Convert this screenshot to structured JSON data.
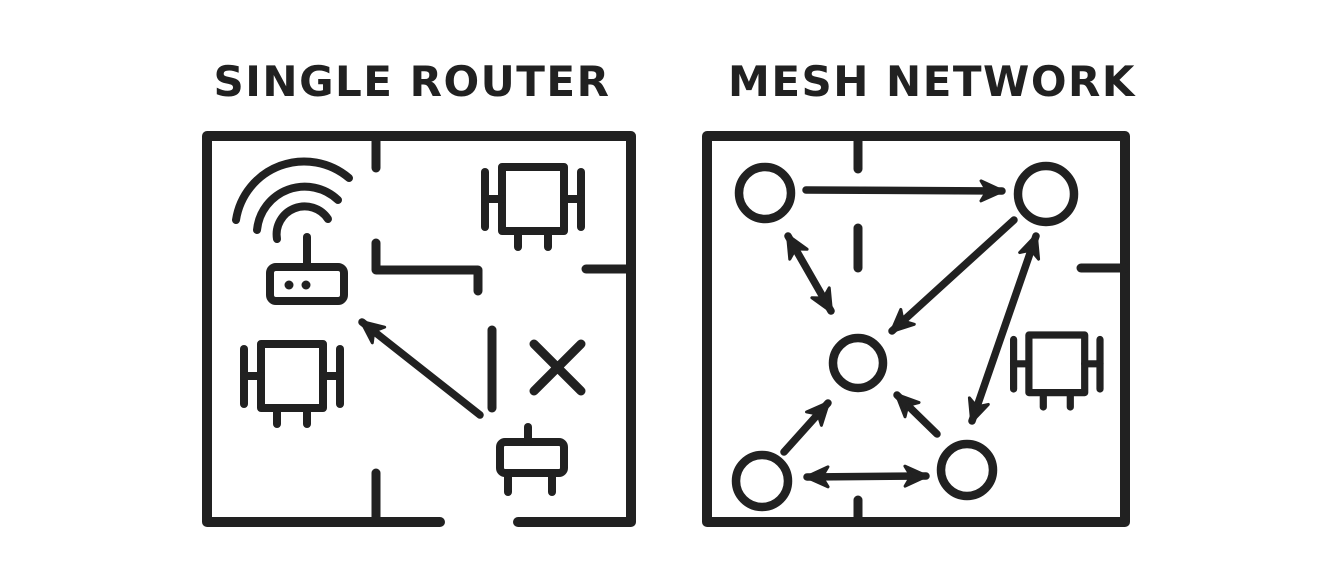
{
  "page": {
    "background_color": "#ffffff",
    "ink_color": "#212121",
    "style": "hand-drawn comic illustration, two floor plans side by side"
  },
  "panels": {
    "single_router": {
      "title": "SINGLE ROUTER",
      "icons": [
        "wifi-router-icon",
        "wifi-signal-arcs-icon",
        "workstation-icon",
        "workstation-icon",
        "media-device-icon",
        "blocked-x-icon",
        "interior-wall-icon"
      ],
      "connection_attempt": {
        "from": "media-device",
        "to": "wifi-router",
        "status": "blocked",
        "blocked_marker": "X beside interior wall"
      }
    },
    "mesh_network": {
      "title": "MESH NETWORK",
      "icons": [
        "workstation-icon"
      ],
      "nodes": [
        "top-left",
        "top-right",
        "center",
        "bottom-left",
        "bottom-right"
      ],
      "links": [
        {
          "from": "top-left",
          "to": "top-right",
          "direction": "one-way"
        },
        {
          "from": "top-left",
          "to": "center",
          "direction": "two-way"
        },
        {
          "from": "top-right",
          "to": "center",
          "direction": "one-way"
        },
        {
          "from": "top-right",
          "to": "bottom-right",
          "direction": "two-way"
        },
        {
          "from": "bottom-left",
          "to": "center",
          "direction": "one-way"
        },
        {
          "from": "bottom-right",
          "to": "center",
          "direction": "one-way"
        },
        {
          "from": "bottom-left",
          "to": "bottom-right",
          "direction": "two-way"
        }
      ]
    }
  }
}
